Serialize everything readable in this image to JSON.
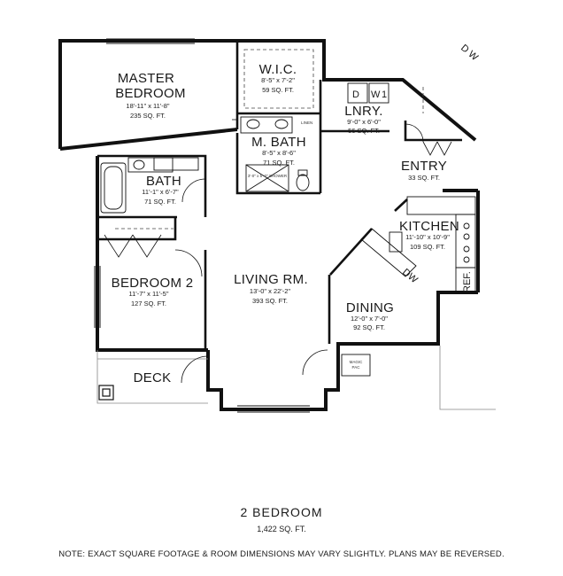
{
  "rooms": {
    "master": {
      "name_line1": "MASTER",
      "name_line2": "BEDROOM",
      "dims": "18'-11\" x 11'-8\"",
      "sqft": "235 SQ. FT."
    },
    "wic": {
      "name": "W.I.C.",
      "dims": "8'-5\" x 7'-2\"",
      "sqft": "59 SQ. FT."
    },
    "lnry": {
      "name": "LNRY.",
      "dims": "9'-0\" x 6'-0\"",
      "sqft": "56 SQ. FT."
    },
    "mbath": {
      "name": "M. BATH",
      "dims": "8'-5\" x 8'-6\"",
      "sqft": "71 SQ. FT."
    },
    "bath": {
      "name": "BATH",
      "dims": "11'-1\" x 6'-7\"",
      "sqft": "71 SQ. FT."
    },
    "entry": {
      "name": "ENTRY",
      "sqft": "33 SQ. FT."
    },
    "kitchen": {
      "name": "KITCHEN",
      "dims": "11'-10\" x 10'-9\"",
      "sqft": "109 SQ. FT."
    },
    "bedroom2": {
      "name": "BEDROOM 2",
      "dims": "11'-7\" x 11'-5\"",
      "sqft": "127 SQ. FT."
    },
    "living": {
      "name": "LIVING RM.",
      "dims": "13'-0\" x 22'-2\"",
      "sqft": "393 SQ. FT."
    },
    "dining": {
      "name": "DINING",
      "dims": "12'-0\" x 7'-0\"",
      "sqft": "92 SQ. FT."
    },
    "deck": {
      "name": "DECK"
    }
  },
  "fixtures": {
    "dryer": "D",
    "washer": "W",
    "washer_num": "1",
    "dishwasher": "DW",
    "refrigerator": "REF.",
    "linen": "LINEN",
    "shower": "3'-0\" x 5'-0\" SHOWER",
    "magic_pac_1": "MAGIC",
    "magic_pac_2": "PAC",
    "corridor": "D W"
  },
  "footer": {
    "title": "2  BEDROOM",
    "total_sqft": "1,422 SQ. FT.",
    "note": "NOTE:  EXACT SQUARE FOOTAGE & ROOM DIMENSIONS MAY VARY SLIGHTLY. PLANS MAY BE REVERSED."
  }
}
